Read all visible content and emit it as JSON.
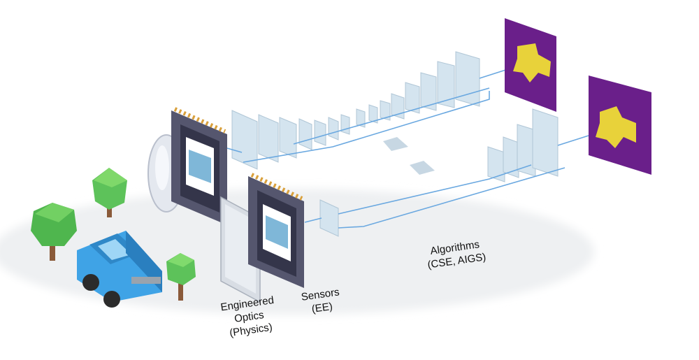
{
  "labels": {
    "optics": [
      "Engineered",
      "Optics",
      "(Physics)"
    ],
    "sensors": [
      "Sensors",
      "(EE)"
    ],
    "algorithms": [
      "Algorithms",
      "(CSE, AIGS)"
    ]
  },
  "colors": {
    "car": "#3fa3e6",
    "tree_leaves": "#5dc25a",
    "tree_trunk": "#8a5a3a",
    "sensor_frame": "#55566e",
    "sensor_pins": "#d9a03c",
    "layer_glass": "#d4e4ef",
    "connector": "#6aa8e0",
    "output_bg": "#6a1f8a",
    "output_fg": "#e8d23a"
  },
  "icons": [
    "tree-icon",
    "car-icon",
    "lens-icon",
    "sensor-chip-icon",
    "neural-layer-icon",
    "output-map-icon"
  ]
}
